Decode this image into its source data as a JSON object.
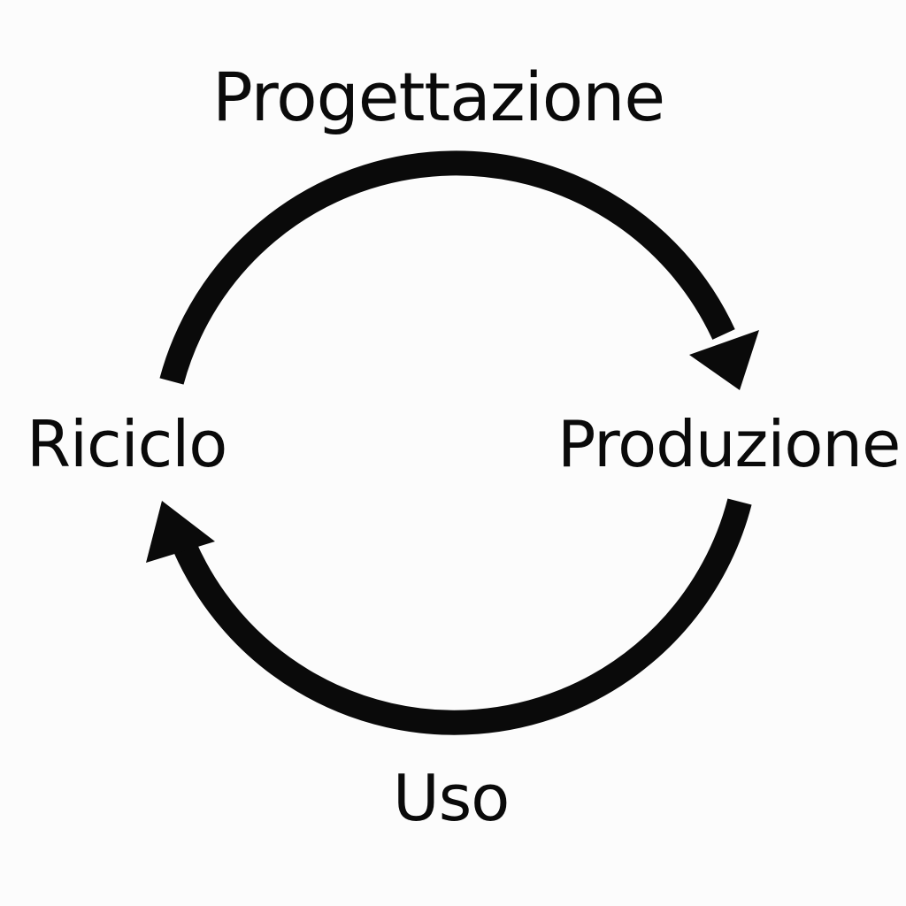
{
  "diagram": {
    "stages": {
      "top": "Progettazione",
      "right": "Produzione",
      "bottom": "Uso",
      "left": "Riciclo"
    },
    "colors": {
      "background": "#fcfcfc",
      "stroke": "#0a0a0a"
    }
  }
}
